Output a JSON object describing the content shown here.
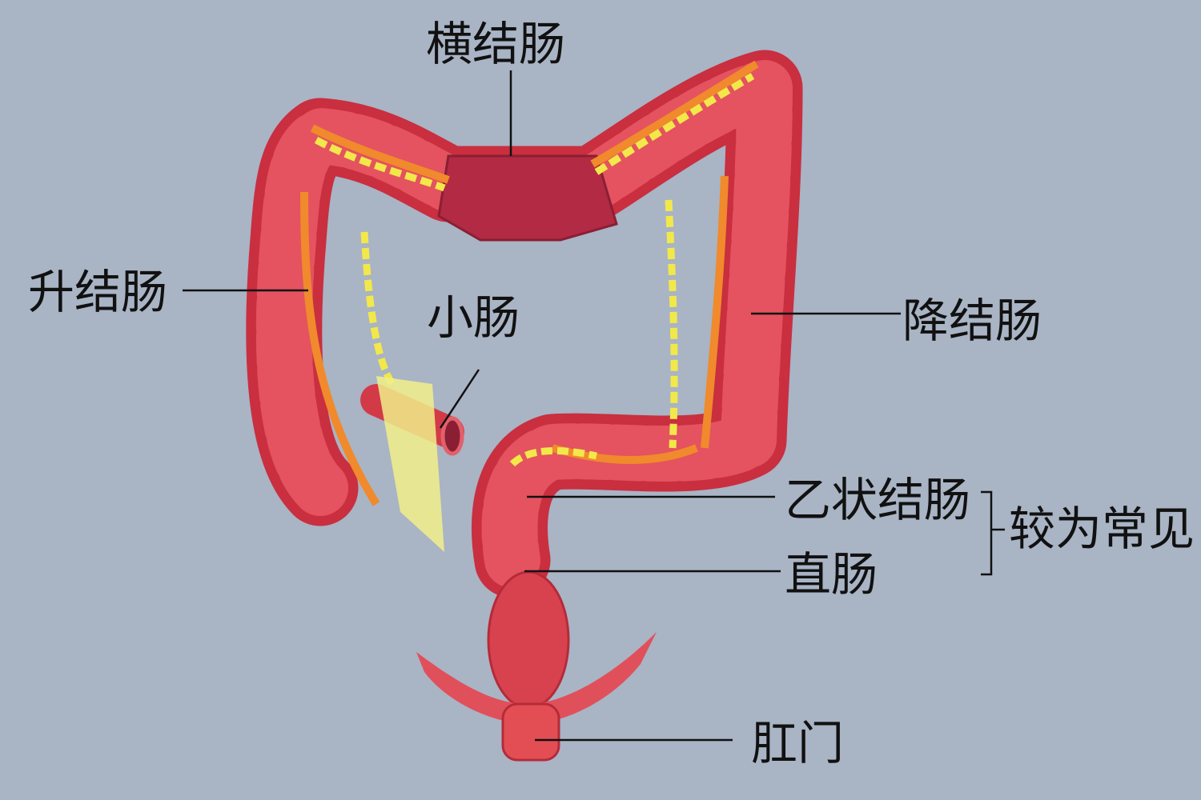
{
  "labels": {
    "transverse_colon": "横结肠",
    "ascending_colon": "升结肠",
    "small_intestine": "小肠",
    "descending_colon": "降结肠",
    "sigmoid_colon": "乙状结肠",
    "rectum": "直肠",
    "anus": "肛门",
    "more_common": "较为常见"
  },
  "colors": {
    "background": "#a9b4c5",
    "colon": "#d8424f",
    "colon_highlight": "#ec6a72",
    "fat": "#f2e84a",
    "vessel": "#f08a2c",
    "leader_line": "#111111"
  }
}
